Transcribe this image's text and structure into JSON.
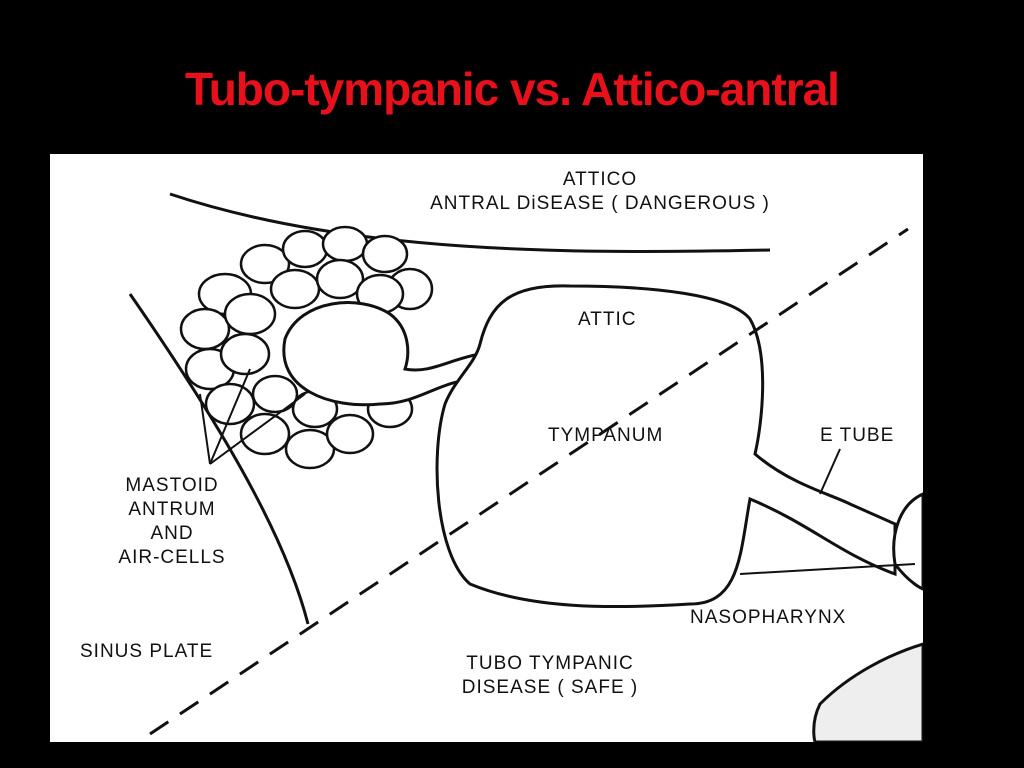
{
  "slide": {
    "title": "Tubo-tympanic vs. Attico-antral"
  },
  "diagram": {
    "labels": {
      "attico_line1": "ATTICO",
      "attico_line2": "ANTRAL DiSEASE ( DANGEROUS )",
      "attic": "ATTIC",
      "tympanum": "TYMPANUM",
      "e_tube": "E TUBE",
      "mastoid_line1": "MASTOID",
      "mastoid_line2": "ANTRUM",
      "mastoid_line3": "AND",
      "mastoid_line4": "AIR-CELLS",
      "nasopharynx": "NASOPHARYNX",
      "sinus_plate": "SINUS PLATE",
      "tubo_line1": "TUBO TYMPANIC",
      "tubo_line2": "DISEASE ( SAFE )"
    }
  }
}
